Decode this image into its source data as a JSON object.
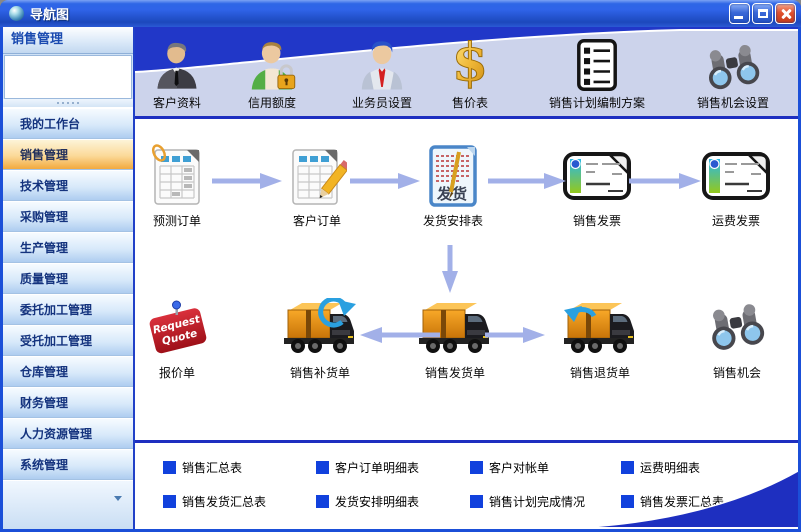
{
  "window": {
    "title": "导航图",
    "controls": {
      "minimize": "minimize-icon",
      "maximize": "maximize-icon",
      "close": "close-icon"
    }
  },
  "sidebar": {
    "header": "销售管理",
    "items": [
      {
        "label": "我的工作台"
      },
      {
        "label": "销售管理",
        "active": true
      },
      {
        "label": "技术管理"
      },
      {
        "label": "采购管理"
      },
      {
        "label": "生产管理"
      },
      {
        "label": "质量管理"
      },
      {
        "label": "委托加工管理"
      },
      {
        "label": "受托加工管理"
      },
      {
        "label": "仓库管理"
      },
      {
        "label": "财务管理"
      },
      {
        "label": "人力资源管理"
      },
      {
        "label": "系统管理"
      }
    ]
  },
  "toolbar": {
    "price_symbol": "$",
    "items": [
      {
        "label": "客户资料",
        "icon": "customer-profile-icon"
      },
      {
        "label": "信用额度",
        "icon": "credit-limit-icon"
      },
      {
        "label": "业务员设置",
        "icon": "salesman-setup-icon"
      },
      {
        "label": "售价表",
        "icon": "price-list-icon"
      },
      {
        "label": "销售计划编制方案",
        "icon": "sales-plan-icon"
      },
      {
        "label": "销售机会设置",
        "icon": "sales-opportunity-setup-icon"
      }
    ]
  },
  "flowchart": {
    "shipping_doc_text": "发货",
    "quote_line1": "Request",
    "quote_line2": "Quote",
    "row1": [
      {
        "label": "预测订单",
        "icon": "forecast-order-icon"
      },
      {
        "label": "客户订单",
        "icon": "customer-order-icon"
      },
      {
        "label": "发货安排表",
        "icon": "shipping-schedule-icon"
      },
      {
        "label": "销售发票",
        "icon": "sales-invoice-icon"
      },
      {
        "label": "运费发票",
        "icon": "freight-invoice-icon"
      }
    ],
    "row2": [
      {
        "label": "报价单",
        "icon": "quotation-icon"
      },
      {
        "label": "销售补货单",
        "icon": "replenishment-icon"
      },
      {
        "label": "销售发货单",
        "icon": "delivery-order-icon"
      },
      {
        "label": "销售退货单",
        "icon": "sales-return-icon"
      },
      {
        "label": "销售机会",
        "icon": "sales-opportunity-icon"
      }
    ]
  },
  "reports": {
    "items": [
      "销售汇总表",
      "客户订单明细表",
      "客户对帐单",
      "运费明细表",
      "销售发货汇总表",
      "发货安排明细表",
      "销售计划完成情况",
      "销售发票汇总表"
    ]
  },
  "colors": {
    "accent_blue": "#1e2fc0",
    "link_square_blue": "#1141dd",
    "active_item_orange": "#f2a93e",
    "titlebar_blue": "#2f63e8",
    "arrow_periwinkle": "#a2b0e8"
  }
}
